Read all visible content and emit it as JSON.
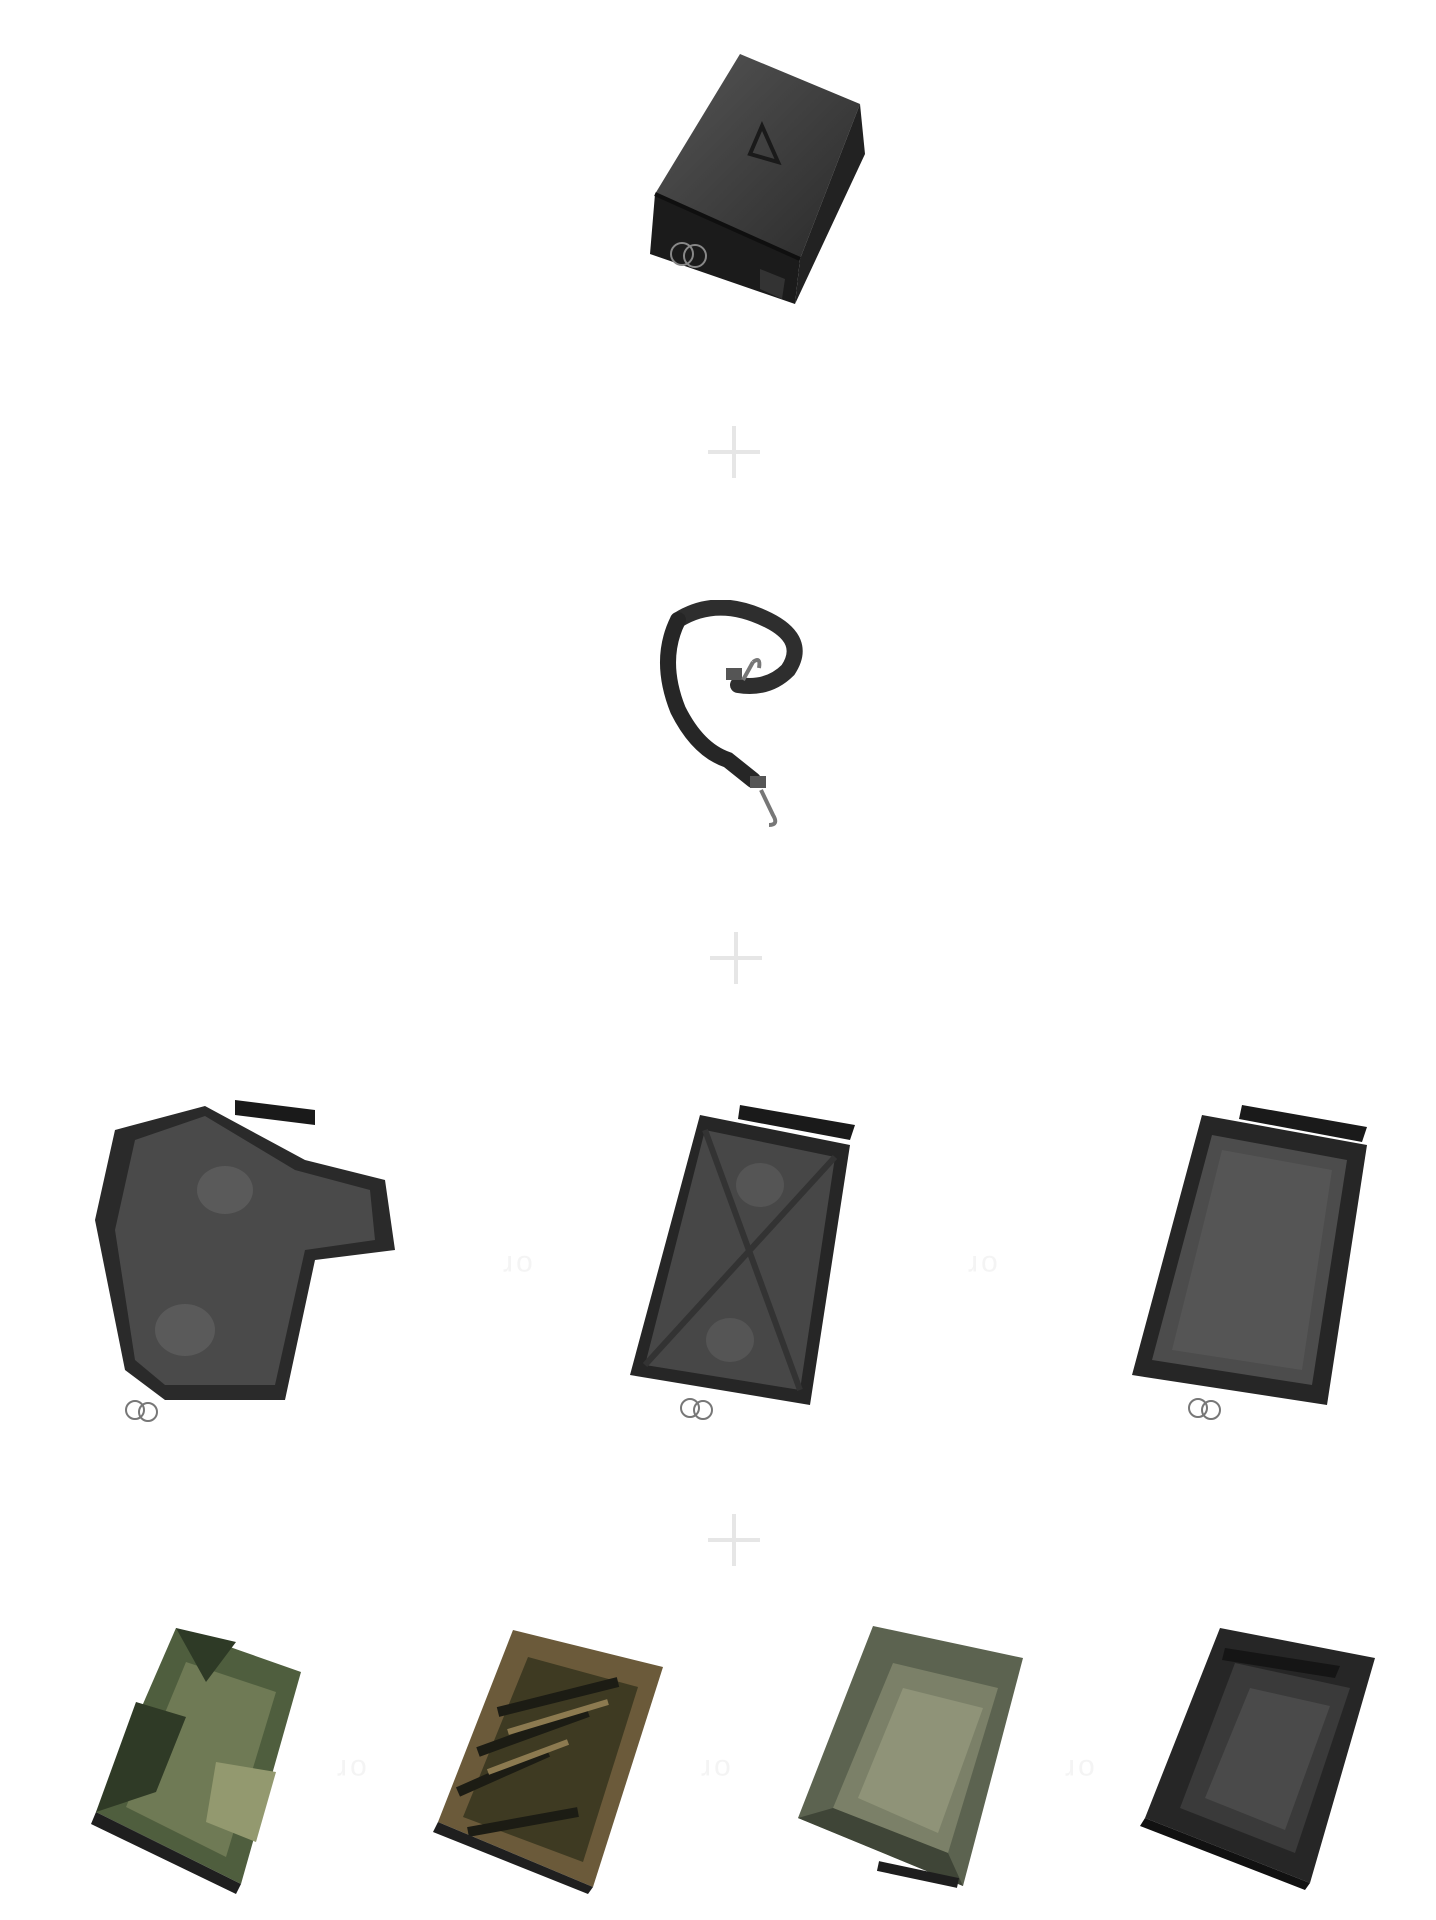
{
  "separator_text": "or",
  "colors": {
    "background": "#ffffff",
    "plus_sign": "#e6e6e6",
    "case_body": "#3a3a3a",
    "case_dark": "#1e1e1e",
    "woodland_camo": "#4f5e3e",
    "tiger_camo": "#6b5a3a",
    "ranger_green": "#5c6350",
    "black_insert": "#262626"
  },
  "products": [
    {
      "name": "case-icon",
      "kind": "zippered-case"
    },
    {
      "name": "strap-icon",
      "kind": "shoulder-strap"
    },
    {
      "name": "panel-flap-icon",
      "kind": "velcro-panel-with-wings"
    },
    {
      "name": "panel-x-icon",
      "kind": "velcro-panel-with-x-straps"
    },
    {
      "name": "panel-padded-icon",
      "kind": "padded-velcro-panel"
    },
    {
      "name": "insert-woodland-icon",
      "kind": "camo-insert"
    },
    {
      "name": "insert-tiger-icon",
      "kind": "tiger-stripe-insert"
    },
    {
      "name": "insert-green-icon",
      "kind": "green-insert"
    },
    {
      "name": "insert-black-icon",
      "kind": "black-insert"
    }
  ]
}
